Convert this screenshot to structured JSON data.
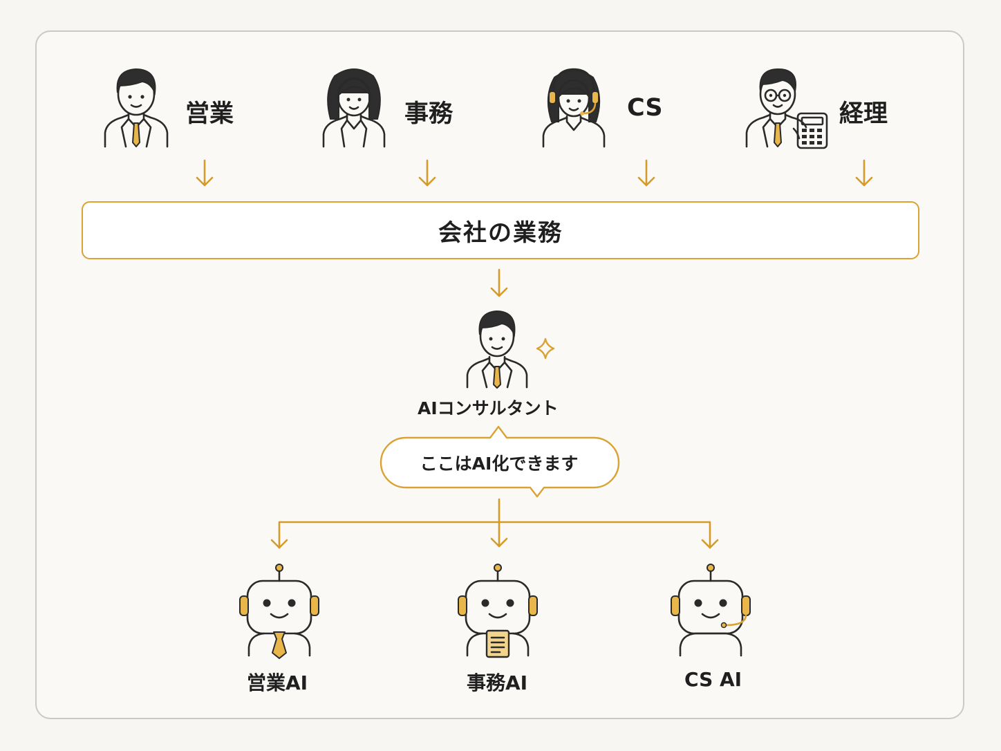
{
  "roles": [
    {
      "label": "営業"
    },
    {
      "label": "事務"
    },
    {
      "label": "CS"
    },
    {
      "label": "経理"
    }
  ],
  "company": {
    "label": "会社の業務"
  },
  "consultant": {
    "label": "AIコンサルタント",
    "speech": "ここはAI化できます"
  },
  "ai_agents": [
    {
      "label": "営業AI"
    },
    {
      "label": "事務AI"
    },
    {
      "label": "CS AI"
    }
  ],
  "colors": {
    "accent": "#d9a233",
    "line": "#2a2a2a",
    "background": "#f7f6f3"
  }
}
